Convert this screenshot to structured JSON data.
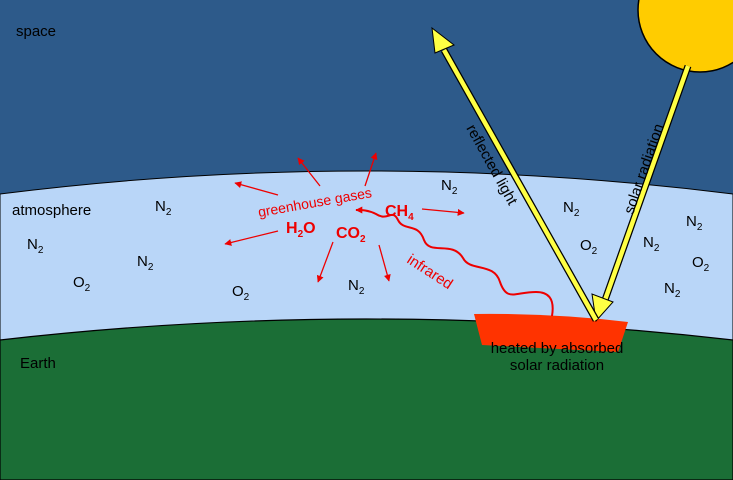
{
  "regions": {
    "space": "space",
    "atmosphere": "atmosphere",
    "earth": "Earth"
  },
  "arrows": {
    "solar": "solar radiation",
    "reflected": "reflected light",
    "infrared": "infrared"
  },
  "greenhouse": {
    "label": "greenhouse gases",
    "h2o": {
      "base": "H",
      "sub": "2",
      "tail": "O"
    },
    "co2": {
      "base": "CO",
      "sub": "2"
    },
    "ch4": {
      "base": "CH",
      "sub": "4"
    }
  },
  "heated": {
    "line1": "heated by absorbed",
    "line2": "solar radiation"
  },
  "molecules": {
    "n": "N",
    "o": "O",
    "two": "2"
  },
  "colors": {
    "space": "#2d5a8a",
    "atmosphere": "#b9d6f8",
    "earth": "#1b6e36",
    "sun": "#ffcc00",
    "beam": "#ffff44",
    "greenhouse": "#ee0000",
    "heated": "#ff3300"
  }
}
